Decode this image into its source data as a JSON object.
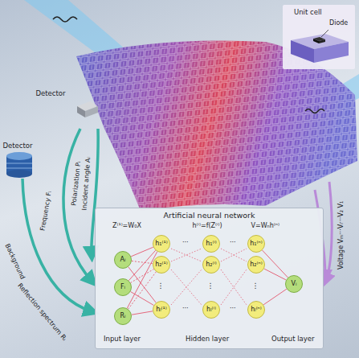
{
  "diagram": {
    "nodes": [
      {
        "text": [
          "Unit cell",
          "Diode"
        ]
      },
      {
        "text": [
          "Artificial neural network"
        ]
      },
      {
        "text": [
          "Aᵢ"
        ],
        "in": 1
      },
      {
        "text": [
          "Fᵢ"
        ],
        "in": 1
      },
      {
        "text": [
          "Rᵢ"
        ],
        "in": 1
      },
      {
        "text": [
          "h₁⁽¹⁾"
        ],
        "in": 1
      },
      {
        "text": [
          "h₂⁽¹⁾"
        ],
        "in": 1
      },
      {
        "text": [
          "hₗ⁽¹⁾"
        ],
        "in": 1
      },
      {
        "text": [
          "h₁⁽ⁱ⁾"
        ],
        "in": 1
      },
      {
        "text": [
          "h₂⁽ⁱ⁾"
        ],
        "in": 1
      },
      {
        "text": [
          "hₗ⁽ⁱ⁾"
        ],
        "in": 1
      },
      {
        "text": [
          "h₁⁽ⁿ⁾"
        ],
        "in": 1
      },
      {
        "text": [
          "h₂⁽ⁿ⁾"
        ],
        "in": 1
      },
      {
        "text": [
          "hₗ⁽ⁿ⁾"
        ],
        "in": 1
      },
      {
        "text": [
          "Vᵢ"
        ],
        "in": 1
      }
    ],
    "edges": [
      {
        "from": 2,
        "to": 5,
        "arrow": "none"
      },
      {
        "from": 2,
        "to": 6,
        "arrow": "none"
      },
      {
        "from": 2,
        "to": 7,
        "arrow": "none"
      },
      {
        "from": 3,
        "to": 5,
        "arrow": "none"
      },
      {
        "from": 3,
        "to": 6,
        "arrow": "none"
      },
      {
        "from": 3,
        "to": 7,
        "arrow": "none"
      },
      {
        "from": 4,
        "to": 5,
        "arrow": "none"
      },
      {
        "from": 4,
        "to": 6,
        "arrow": "none"
      },
      {
        "from": 4,
        "to": 7,
        "arrow": "none"
      },
      {
        "from": 11,
        "to": 14,
        "arrow": "none"
      },
      {
        "from": 12,
        "to": 14,
        "arrow": "none"
      },
      {
        "from": 13,
        "to": 14,
        "arrow": "none"
      }
    ],
    "labels": [
      "Detector",
      "Detector",
      "Incident angle Aᵢ",
      "Polarization Pᵢ",
      "Frequency Fᵢ",
      "Background",
      "Reflection spectrum Rᵢ",
      "Voltage Vₘ···Vᵢ···V₂ V₁",
      "Z⁽¹⁾=W₀X",
      "h⁽ⁱ⁾=f(Z⁽ⁱ⁾)",
      "V=Wₙh⁽ⁿ⁾",
      "···",
      "···",
      "···",
      "···",
      "⋮",
      "⋮",
      "⋮",
      "Input layer",
      "Hidden layer",
      "Output layer"
    ]
  }
}
